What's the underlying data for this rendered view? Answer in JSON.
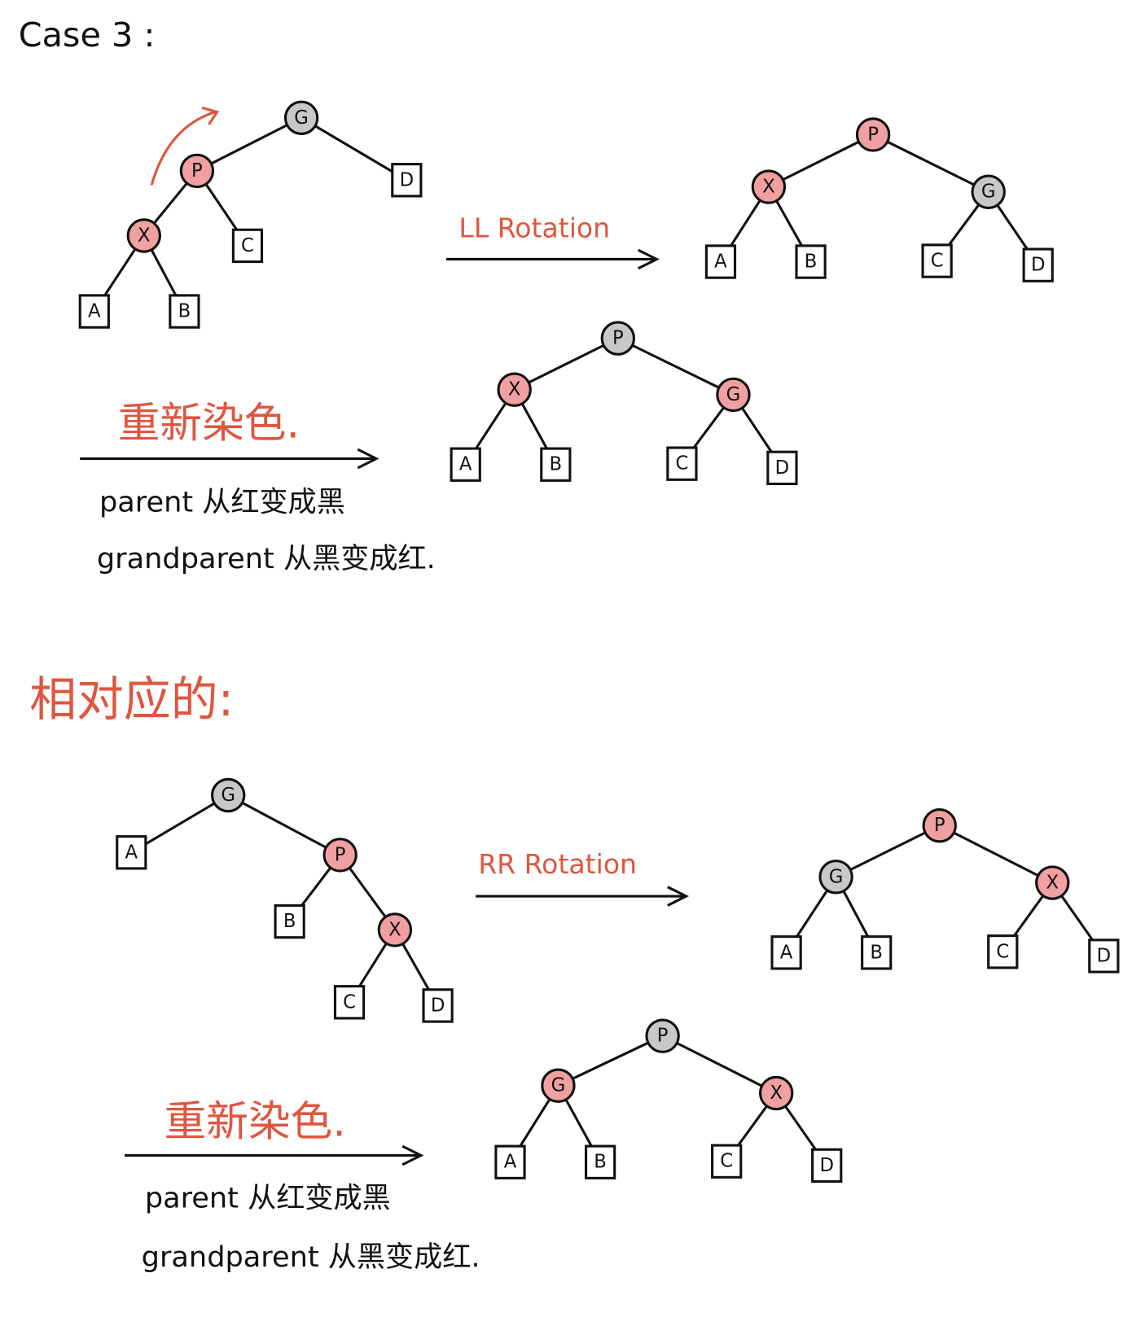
{
  "title": "Case 3 :",
  "colors": {
    "red_node": "#f0a0a0",
    "black_node": "#c8c8c8",
    "annotation": "#e0553f"
  },
  "section_ll": {
    "rotation_label": "LL Rotation",
    "recolor_label": "重新染色.",
    "note_parent": "parent 从红变成黑",
    "note_grandparent": "grandparent 从黑变成红."
  },
  "corresponding_label": "相对应的:",
  "section_rr": {
    "rotation_label": "RR Rotation",
    "recolor_label": "重新染色.",
    "note_parent": "parent 从红变成黑",
    "note_grandparent": "grandparent 从黑变成红."
  },
  "trees": [
    {
      "name": "ll-before",
      "nodes": [
        {
          "id": "G",
          "color": "black"
        },
        {
          "id": "P",
          "color": "red"
        },
        {
          "id": "X",
          "color": "red"
        }
      ],
      "leaves": [
        "A",
        "B",
        "C",
        "D"
      ]
    },
    {
      "name": "ll-after-rotation",
      "nodes": [
        {
          "id": "P",
          "color": "red"
        },
        {
          "id": "X",
          "color": "red"
        },
        {
          "id": "G",
          "color": "black"
        }
      ],
      "leaves": [
        "A",
        "B",
        "C",
        "D"
      ]
    },
    {
      "name": "ll-after-recolor",
      "nodes": [
        {
          "id": "P",
          "color": "black"
        },
        {
          "id": "X",
          "color": "red"
        },
        {
          "id": "G",
          "color": "red"
        }
      ],
      "leaves": [
        "A",
        "B",
        "C",
        "D"
      ]
    },
    {
      "name": "rr-before",
      "nodes": [
        {
          "id": "G",
          "color": "black"
        },
        {
          "id": "P",
          "color": "red"
        },
        {
          "id": "X",
          "color": "red"
        }
      ],
      "leaves": [
        "A",
        "B",
        "C",
        "D"
      ]
    },
    {
      "name": "rr-after-rotation",
      "nodes": [
        {
          "id": "P",
          "color": "red"
        },
        {
          "id": "G",
          "color": "black"
        },
        {
          "id": "X",
          "color": "red"
        }
      ],
      "leaves": [
        "A",
        "B",
        "C",
        "D"
      ]
    },
    {
      "name": "rr-after-recolor",
      "nodes": [
        {
          "id": "P",
          "color": "black"
        },
        {
          "id": "G",
          "color": "red"
        },
        {
          "id": "X",
          "color": "red"
        }
      ],
      "leaves": [
        "A",
        "B",
        "C",
        "D"
      ]
    }
  ]
}
